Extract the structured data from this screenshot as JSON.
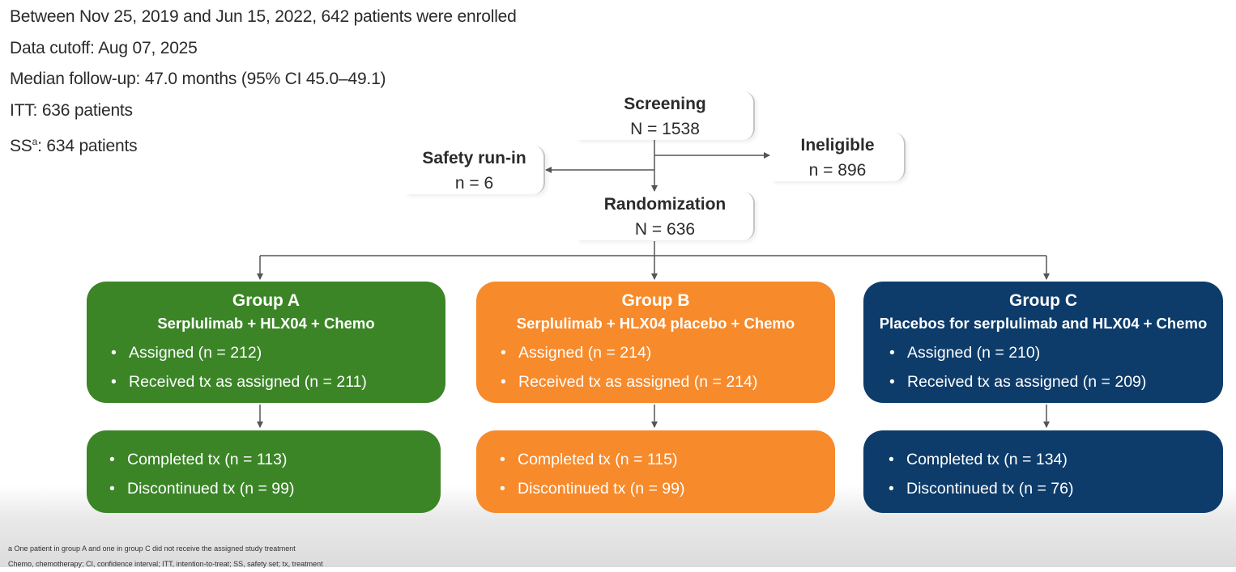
{
  "info": [
    "Between Nov 25, 2019 and Jun 15, 2022, 642 patients were enrolled",
    "Data cutoff: Aug 07, 2025",
    "Median follow-up: 47.0 months (95% CI 45.0–49.1)",
    "ITT: 636 patients"
  ],
  "ss_line": {
    "label": "SS",
    "sup": "a",
    "text": ": 634 patients"
  },
  "nodes": {
    "screening": {
      "title": "Screening",
      "count": "N = 1538"
    },
    "safety_run_in": {
      "title": "Safety run-in",
      "count": "n = 6"
    },
    "ineligible": {
      "title": "Ineligible",
      "count": "n = 896"
    },
    "randomization": {
      "title": "Randomization",
      "count": "N = 636"
    }
  },
  "groups": [
    {
      "name": "Group A",
      "regimen": "Serplulimab + HLX04 + Chemo",
      "assigned": "Assigned (n = 212)",
      "received": "Received tx as assigned (n = 211)",
      "completed": "Completed tx (n = 113)",
      "discontinued": "Discontinued tx  (n = 99)",
      "color": "#3b8527"
    },
    {
      "name": "Group B",
      "regimen": "Serplulimab + HLX04 placebo + Chemo",
      "assigned": "Assigned (n = 214)",
      "received": "Received tx as assigned (n = 214)",
      "completed": "Completed tx (n = 115)",
      "discontinued": "Discontinued tx (n = 99)",
      "color": "#f78a2b"
    },
    {
      "name": "Group C",
      "regimen": "Placebos for serplulimab and HLX04 + Chemo",
      "assigned": "Assigned (n = 210)",
      "received": "Received tx as assigned (n = 209)",
      "completed": "Completed tx (n = 134)",
      "discontinued": "Discontinued tx (n = 76)",
      "color": "#0d3c6b"
    }
  ],
  "footnotes": [
    "a One patient in group A and one in group C did not receive the assigned study treatment",
    "Chemo, chemotherapy; CI, confidence interval; ITT, intention-to-treat; SS, safety set; tx, treatment"
  ]
}
